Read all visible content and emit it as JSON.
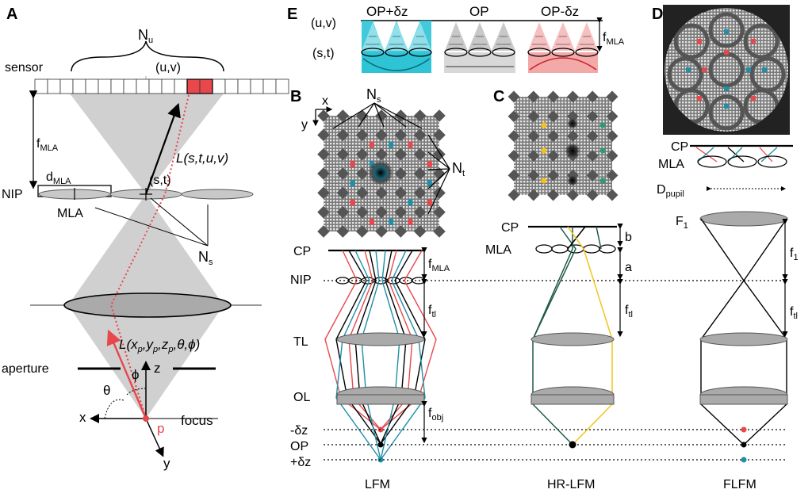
{
  "colors": {
    "red": "#e8474c",
    "teal": "#1e8fa6",
    "cyan": "#2ec4d6",
    "pink": "#f4a9a9",
    "gray_fill": "#cfcfcf",
    "dark_green": "#1f5a4a",
    "yellow": "#f2c41b",
    "lens_gray": "#a9a9a9"
  },
  "panel_a": {
    "letter": "A",
    "sensor": "sensor",
    "Nu": {
      "main": "N",
      "sub": "u"
    },
    "uv": "(u,v)",
    "f_mla": {
      "main": "f",
      "sub": "MLA"
    },
    "d_mla": {
      "main": "d",
      "sub": "MLA"
    },
    "nip": "NIP",
    "mla": "MLA",
    "st": "(s,t)",
    "lightfield": "L(s,t,u,v)",
    "Ns": {
      "main": "N",
      "sub": "s"
    },
    "lightfield_p": {
      "pre": "L(x",
      "p1": "p",
      "y": ",y",
      "p2": "p",
      "z": ",z",
      "p3": "p",
      "post": ",θ,ϕ)"
    },
    "aperture": "aperture",
    "phi": "ϕ",
    "theta": "θ",
    "z": "z",
    "x": "x",
    "y": "y",
    "p": "p",
    "focus": "focus"
  },
  "panel_e": {
    "letter": "E",
    "uv": "(u,v)",
    "st": "(s,t)",
    "headers": [
      "OP+δz",
      "OP",
      "OP-δz"
    ],
    "f_mla": {
      "main": "f",
      "sub": "MLA"
    }
  },
  "panel_b": {
    "letter": "B",
    "x": "x",
    "y": "y",
    "Ns": {
      "main": "N",
      "sub": "s"
    },
    "Nt": {
      "main": "N",
      "sub": "t"
    },
    "cp": "CP",
    "nip": "NIP",
    "tl": "TL",
    "ol": "OL",
    "f_mla": {
      "main": "f",
      "sub": "MLA"
    },
    "f_tl": {
      "main": "f",
      "sub": "tl"
    },
    "f_obj": {
      "main": "f",
      "sub": "obj"
    },
    "minus_dz": "-δz",
    "op": "OP",
    "plus_dz": "+δz",
    "caption": "LFM"
  },
  "panel_c": {
    "letter": "C",
    "cp": "CP",
    "mla": "MLA",
    "b": "b",
    "a": "a",
    "f_tl": {
      "main": "f",
      "sub": "tl"
    },
    "caption": "HR-LFM"
  },
  "panel_d": {
    "letter": "D",
    "cp": "CP",
    "mla": "MLA",
    "d_pupil": {
      "main": "D",
      "sub": "pupil"
    },
    "f1_lens": {
      "main": "F",
      "sub": "1"
    },
    "f1": {
      "main": "f",
      "sub": "1"
    },
    "f_tl": {
      "main": "f",
      "sub": "tl"
    },
    "caption": "FLFM"
  }
}
